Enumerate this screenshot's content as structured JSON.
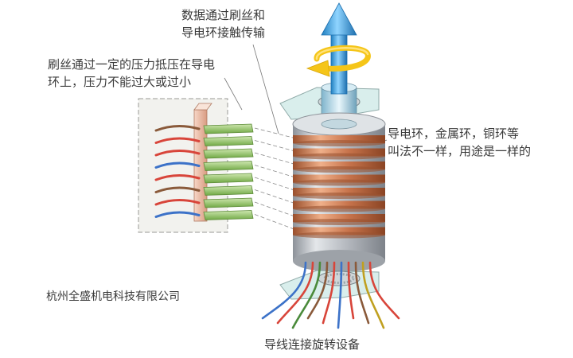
{
  "labels": {
    "top": [
      "数据通过刷丝和",
      "导电环接触传输"
    ],
    "left": [
      "刷丝通过一定的压力抵压在导电",
      "环上，压力不能过大或过小"
    ],
    "right": [
      "导电环，金属环，铜环等",
      "叫法不一样，用途是一样的"
    ],
    "company": "杭州全盛机电科技有限公司",
    "bottom": "导线连接旋转设备"
  },
  "diagram": {
    "ring_count": 8,
    "brush_count": 8,
    "brush_wire_colors": [
      "#8a5a3a",
      "#d8453a",
      "#d8453a",
      "#3c72c8",
      "#d8453a",
      "#8a5a3a",
      "#d8453a",
      "#3c72c8"
    ],
    "bottom_wire_colors": [
      "#3c72c8",
      "#d8453a",
      "#4a8a3a",
      "#8a5a3a",
      "#d8453a",
      "#3c72c8",
      "#d8453a",
      "#8a5a3a",
      "#c0a020",
      "#d8453a"
    ],
    "colors": {
      "ring_copper": "#c8744c",
      "cylinder_metal": "#b8bcc2",
      "arrow_blue": "#3aa0e0",
      "arrow_yellow": "#f5c518",
      "brush_green": "#8cc060",
      "panel_bg": "#f2f2ee",
      "glass_plate": "#d8eeec"
    },
    "icons": [
      "up-arrow-icon",
      "rotation-arrow-icon",
      "bearing-icon"
    ]
  }
}
